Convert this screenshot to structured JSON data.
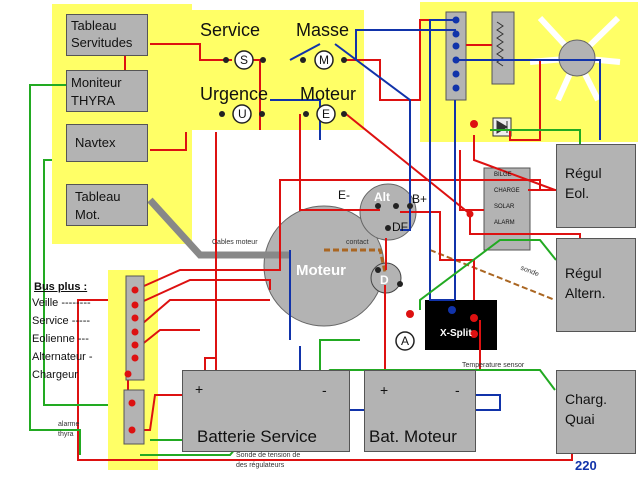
{
  "boxes": {
    "tableau_servitudes": [
      "Tableau",
      "Servitudes"
    ],
    "moniteur": [
      "Moniteur",
      "THYRA"
    ],
    "navtex": "Navtex",
    "tableau_mot": [
      "Tableau",
      "Mot."
    ],
    "regul_eol": [
      "Régul",
      "Eol."
    ],
    "regul_altern": [
      "Régul",
      "Altern."
    ],
    "charg_quai": [
      "Charg.",
      "Quai"
    ],
    "batterie_service": "Batterie Service",
    "bat_moteur": "Bat. Moteur"
  },
  "switch_labels": {
    "service": "Service",
    "masse": "Masse",
    "urgence": "Urgence",
    "moteur": "Moteur",
    "s": "S",
    "m": "M",
    "u": "U",
    "e": "E"
  },
  "engine": {
    "label": "Moteur",
    "alt": "Alt",
    "e_minus": "E-",
    "b_plus": "B+",
    "df": "DF",
    "d": "D"
  },
  "bus": {
    "title": "Bus plus :",
    "items": [
      "Veille --------",
      "Service -----",
      "Eolienne ---",
      "Alternateur -",
      "Chargeur"
    ]
  },
  "misc": {
    "xsplit": "X-Split",
    "ammeter": "A",
    "plus": "+",
    "minus": "-",
    "page_number": "220",
    "cables_moteur": "Cables moteur",
    "contact": "contact",
    "sonde": "sonde",
    "temperature_sensor": "Temperature sensor",
    "alarme_thyra": [
      "alarme",
      "thyra"
    ],
    "note_bottom": [
      "Sonde de tension de",
      "des régulateurs"
    ],
    "regul_panel": [
      "BILGE",
      "CHARGE",
      "SOLAR",
      "ALARM"
    ]
  },
  "colors": {
    "yellow": "#ffff66",
    "grey": "#b3b3b3",
    "red": "#dd1111",
    "blue": "#1133aa",
    "green": "#22aa22"
  }
}
